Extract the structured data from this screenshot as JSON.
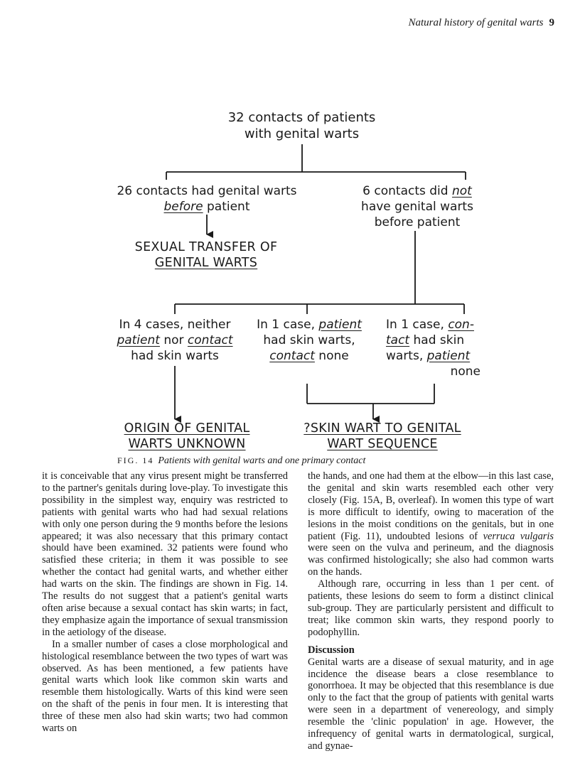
{
  "header": {
    "running_title": "Natural history of genital warts",
    "page_number": "9"
  },
  "flowchart": {
    "root": {
      "line1": "32 contacts of patients",
      "line2": "with genital warts"
    },
    "left_branch": {
      "line1": "26 contacts had genital warts",
      "before": "before",
      "patient": " patient"
    },
    "right_branch": {
      "pre": "6 contacts did ",
      "not": "not",
      "line2": "have genital warts",
      "line3": "before patient"
    },
    "sexual_transfer": {
      "line1": "SEXUAL TRANSFER OF",
      "line2": "GENITAL WARTS"
    },
    "case_a": {
      "line1": "In 4 cases, neither",
      "patient": "patient",
      "nor": " nor ",
      "contact": "contact",
      "line3": "had skin warts"
    },
    "case_b": {
      "pre": "In 1 case, ",
      "patient": "patient",
      "line2": "had skin warts,",
      "contact": "contact",
      "none": " none"
    },
    "case_c": {
      "pre": "In 1 case, ",
      "con": "con-",
      "tact": "tact",
      "had": " had skin",
      "warts": "warts, ",
      "patient": "patient",
      "none": "none"
    },
    "origin": {
      "line1": "ORIGIN OF GENITAL",
      "line2": "WARTS UNKNOWN"
    },
    "sequence": {
      "line1": "?SKIN WART TO GENITAL",
      "line2": "WART SEQUENCE"
    }
  },
  "caption": {
    "label": "FIG. 14",
    "text": "Patients with genital warts and one primary contact"
  },
  "left_column": {
    "p1": "it is conceivable that any virus present might be transferred to the partner's genitals during love-play. To investigate this possibility in the simplest way, enquiry was restricted to patients with genital warts who had had sexual relations with only one person during the 9 months before the lesions appeared; it was also necessary that this primary contact should have been examined. 32 patients were found who satisfied these criteria; in them it was possible to see whether the contact had genital warts, and whether either had warts on the skin. The findings are shown in Fig. 14. The results do not suggest that a patient's genital warts often arise because a sexual contact has skin warts; in fact, they emphasize again the importance of sexual transmission in the aetiology of the disease.",
    "p2": "In a smaller number of cases a close morphological and histological resemblance between the two types of wart was observed. As has been mentioned, a few patients have genital warts which look like common skin warts and resemble them histologically. Warts of this kind were seen on the shaft of the penis in four men. It is interesting that three of these men also had skin warts; two had common warts on"
  },
  "right_column": {
    "p1a": "the hands, and one had them at the elbow—in this last case, the genital and skin warts resembled each other very closely (Fig. 15",
    "p1_a": "A",
    "p1_comma": ", ",
    "p1_b": "B",
    "p1b": ", overleaf). In women this type of wart is more difficult to identify, owing to maceration of the lesions in the moist conditions on the genitals, but in one patient (Fig. 11), undoubted lesions of ",
    "p1_italic": "verruca vulgaris",
    "p1c": " were seen on the vulva and perineum, and the diagnosis was confirmed histologically; she also had common warts on the hands.",
    "p2": "Although rare, occurring in less than 1 per cent. of patients, these lesions do seem to form a distinct clinical sub-group. They are particularly persistent and difficult to treat; like common skin warts, they respond poorly to podophyllin.",
    "heading": "Discussion",
    "p3": "Genital warts are a disease of sexual maturity, and in age incidence the disease bears a close resemblance to gonorrhoea. It may be objected that this resemblance is due only to the fact that the group of patients with genital warts were seen in a department of venereology, and simply resemble the 'clinic population' in age. However, the infrequency of genital warts in dermatological, surgical, and gynae-"
  }
}
